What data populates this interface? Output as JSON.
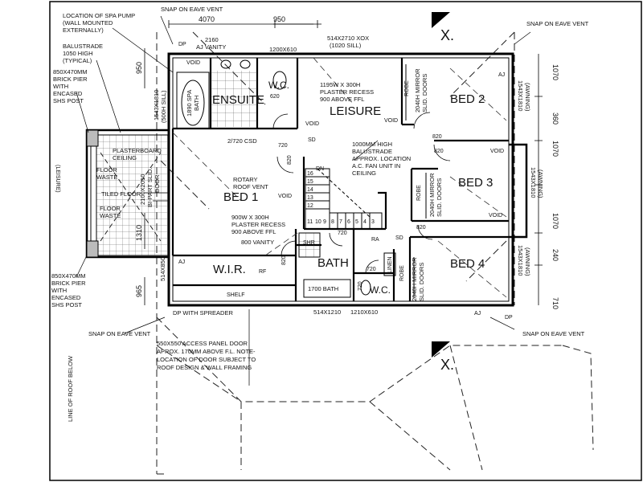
{
  "rooms": {
    "ensuite": "ENSUITE",
    "wc_top": "W.C.",
    "leisure": "LEISURE",
    "bed2": "BED 2",
    "bed1": "BED 1",
    "bed3": "BED 3",
    "bed4": "BED 4",
    "wir": "W.I.R.",
    "bath": "BATH",
    "wc_bottom": "W.C.",
    "linen": "LINEN",
    "robe": "ROBE",
    "shelf": "SHELF",
    "shr": "SHR",
    "void": "VOID",
    "rf": "RF",
    "ra": "RA",
    "sd": "SD",
    "dn": "DN",
    "aj": "AJ",
    "dp": "DP",
    "leisure_side": "(LEISURE)"
  },
  "notes": {
    "spa_pump": [
      "LOCATION OF SPA PUMP",
      "(WALL MOUNTED",
      "EXTERNALLY)"
    ],
    "balustrade": [
      "BALUSTRADE",
      "1050 HIGH",
      "(TYPICAL)"
    ],
    "brick_pier_top": [
      "850X470MM",
      "BRICK PIER",
      "WITH",
      "ENCASED",
      "SHS POST"
    ],
    "brick_pier_bottom": [
      "850X470MM",
      "BRICK PIER",
      "WITH",
      "ENCASED",
      "SHS POST"
    ],
    "snap_vent": "SNAP ON EAVE VENT",
    "plaster_recess_leisure": [
      "1195W X 300H",
      "PLASTER RECESS",
      "900 ABOVE FFL"
    ],
    "balustrade_1000": [
      "1000MM HIGH",
      "BALUSTRADE"
    ],
    "fan_unit": [
      "APPROX. LOCATION",
      "A.C. FAN UNIT IN",
      "CEILING"
    ],
    "plasterboard": [
      "PLASTERBOARD",
      "CEILING"
    ],
    "floor_waste_1": [
      "FLOOR",
      "WASTE"
    ],
    "tiled_floor": "TILED FLOOR",
    "floor_waste_2": [
      "FLOOR",
      "WASTE"
    ],
    "rotary_vent": [
      "ROTARY",
      "ROOF VENT"
    ],
    "plaster_recess_bed1": [
      "900W X 300H",
      "PLASTER RECESS",
      "900 ABOVE FFL"
    ],
    "vanity_800": "800 VANITY",
    "vanity_2160": [
      "2160",
      "AJ VANITY"
    ],
    "spa_bath": [
      "1890 SPA",
      "BATH"
    ],
    "csd": "2/720 CSD",
    "dp_spreader": "DP WITH SPREADER",
    "access_panel": [
      "550X550 ACCESS PANEL DOOR",
      "APROX. 170MM ABOVE F.L. NOTE-",
      "LOCATION OF DOOR SUBJECT TO",
      "ROOF DESIGN & WALL FRAMING"
    ],
    "roof_below": "LINE OF ROOF BELOW",
    "bath_1700": "1700 BATH",
    "slid_doors_bifold": [
      "2100X2010",
      "BI-PART SLID.",
      "DOOR"
    ],
    "mirror_doors": [
      "2040H MIRROR",
      "SLID. DOORS"
    ],
    "window_top": [
      "514X2710 XOX",
      "(1020 SILL)"
    ],
    "window_ensuite": [
      "1543X1810",
      "(500H SILL)"
    ],
    "window_bed2": [
      "1543X1810",
      "(AWNING)"
    ],
    "window_bed3": [
      "1543X1810",
      "(AWNING)"
    ],
    "window_bed4": [
      "1543X1810",
      "(AWNING)"
    ],
    "window_wc": "1200X610",
    "window_bottom_1": "514X1210",
    "window_bottom_2": "1210X610",
    "window_bed1": "514X850"
  },
  "dims": {
    "d4070": "4070",
    "d950_top": "950",
    "d950_left": "950",
    "d1310": "1310",
    "d965": "965",
    "d1070_a": "1070",
    "d360": "360",
    "d1070_b": "1070",
    "d1070_c": "1070",
    "d240": "240",
    "d710": "710",
    "d620": "620",
    "d720_a": "720",
    "d820_a": "820",
    "d820_b": "820",
    "d820_c": "820",
    "d720_b": "720",
    "d720_c": "720",
    "d820_d": "820",
    "d720_d": "720",
    "d820_e": "820"
  },
  "stairs": [
    "16",
    "15",
    "14",
    "13",
    "12",
    "11",
    "10",
    "9",
    "8",
    "7",
    "6",
    "5",
    "4",
    "3"
  ],
  "markers": {
    "x_top": "X.",
    "x_bottom": "X."
  }
}
